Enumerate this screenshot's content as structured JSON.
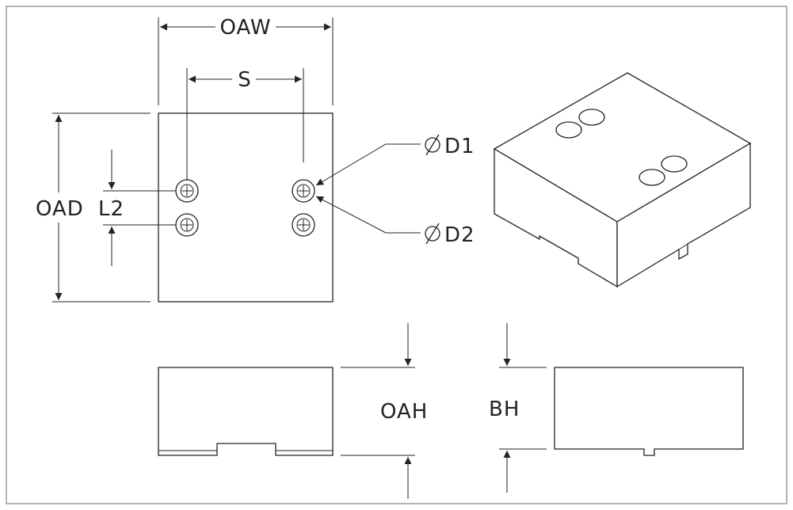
{
  "labels": {
    "oaw": "OAW",
    "s": "S",
    "oad": "OAD",
    "l2": "L2",
    "d1": "D1",
    "d2": "D2",
    "oah": "OAH",
    "bh": "BH"
  },
  "colors": {
    "line": "#222222",
    "border": "#9a9a9a",
    "background": "#ffffff"
  }
}
